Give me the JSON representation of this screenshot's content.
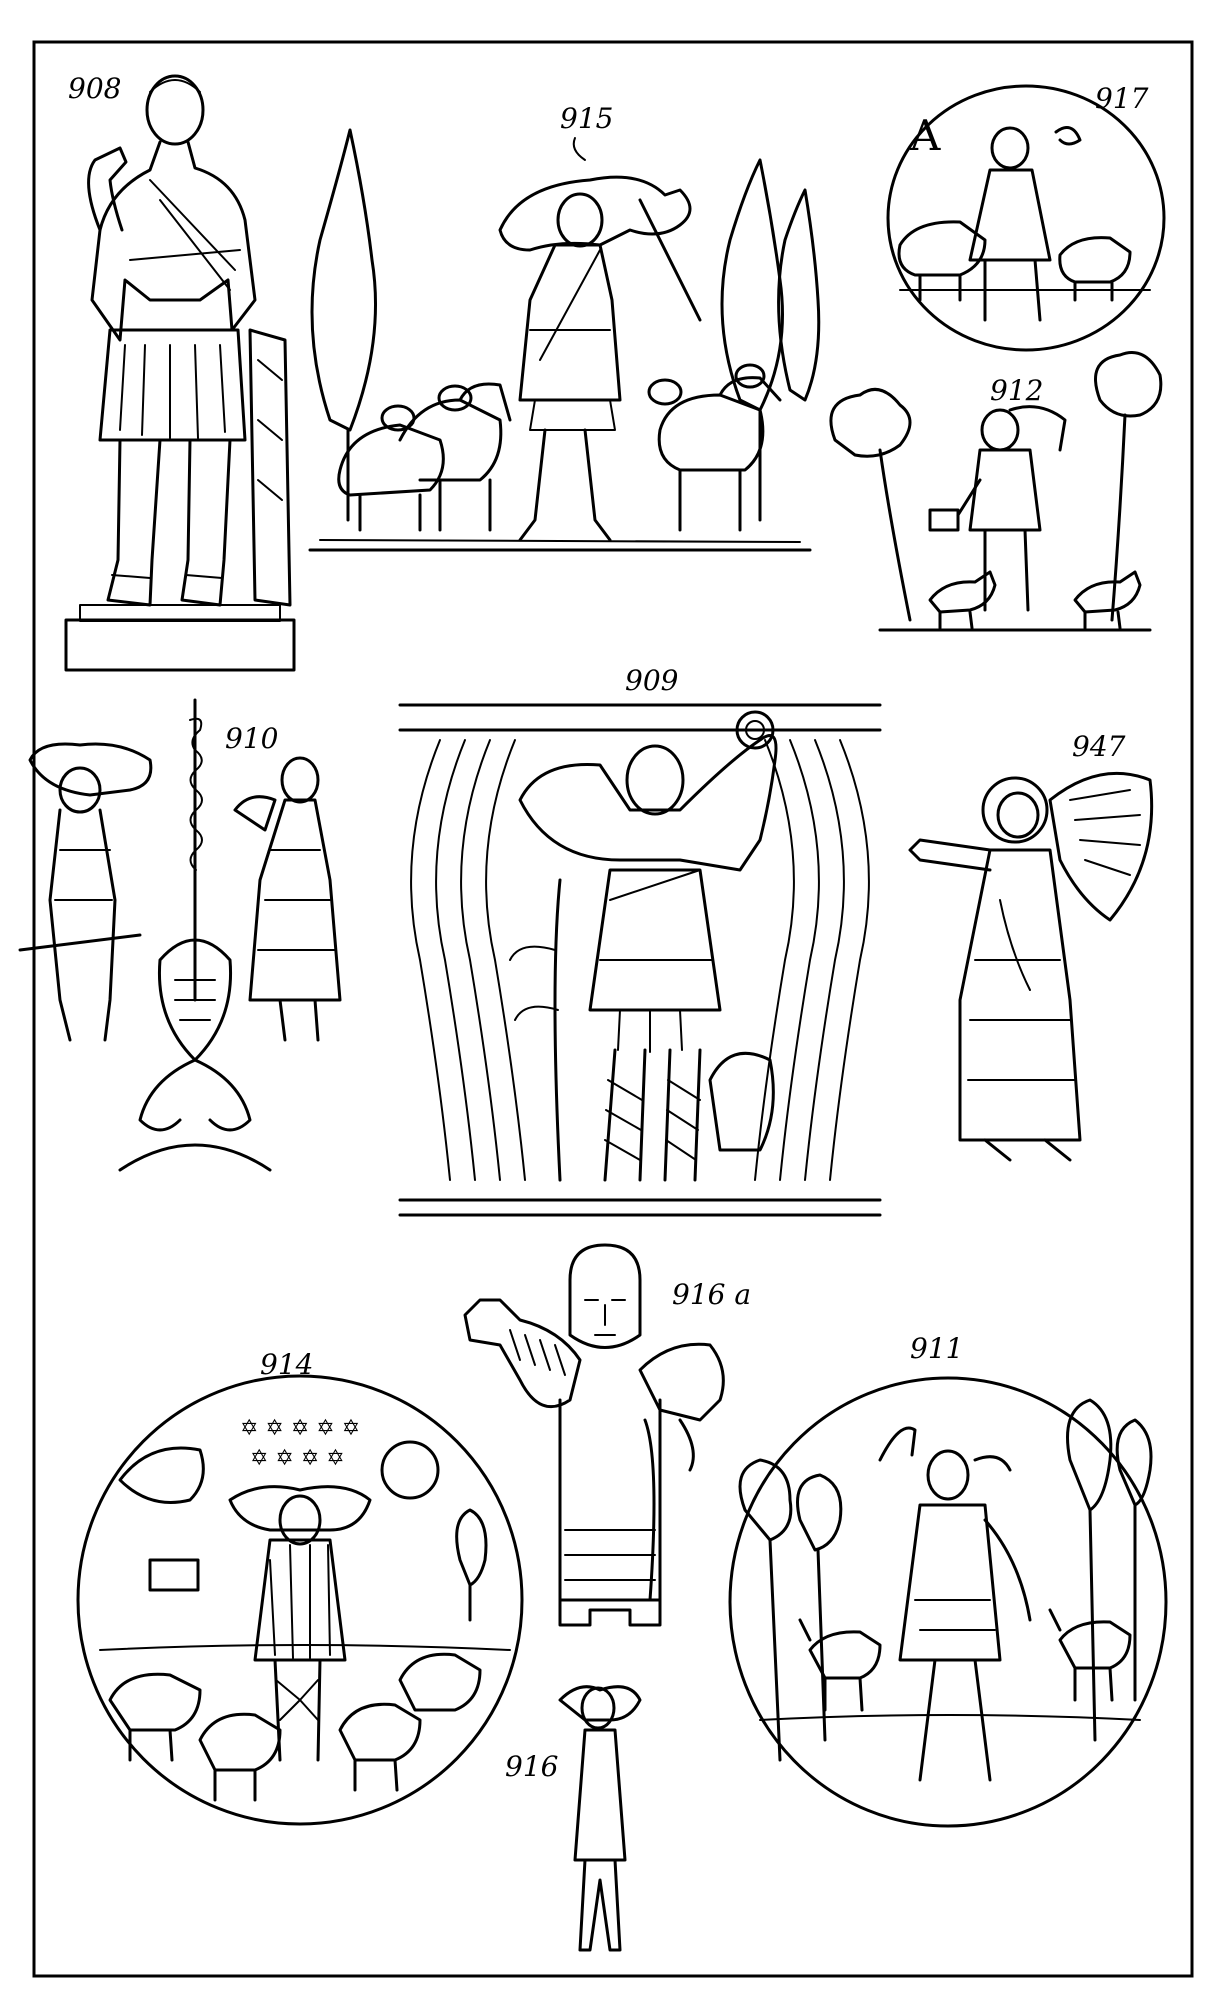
{
  "figures": [
    {
      "id": "908",
      "label": "908",
      "icon": "standing-shepherd-statue"
    },
    {
      "id": "915",
      "label": "915",
      "icon": "shepherd-carrying-sheep-with-flock"
    },
    {
      "id": "917",
      "label": "917",
      "icon": "medallion-shepherd-with-sheep",
      "inscription": "A"
    },
    {
      "id": "912",
      "label": "912",
      "icon": "shepherd-with-dogs-and-trees"
    },
    {
      "id": "910",
      "label": "910",
      "icon": "figures-with-candelabrum"
    },
    {
      "id": "909",
      "label": "909",
      "icon": "relief-shepherd-carrying-ram"
    },
    {
      "id": "947",
      "label": "947",
      "icon": "winged-angel-figure"
    },
    {
      "id": "916a",
      "label": "916 a",
      "icon": "bust-with-animal"
    },
    {
      "id": "914",
      "label": "914",
      "icon": "medallion-shepherd-with-flock-and-stars"
    },
    {
      "id": "911",
      "label": "911",
      "icon": "medallion-shepherd-with-goats"
    },
    {
      "id": "916",
      "label": "916",
      "icon": "small-statuette-shepherd"
    }
  ]
}
